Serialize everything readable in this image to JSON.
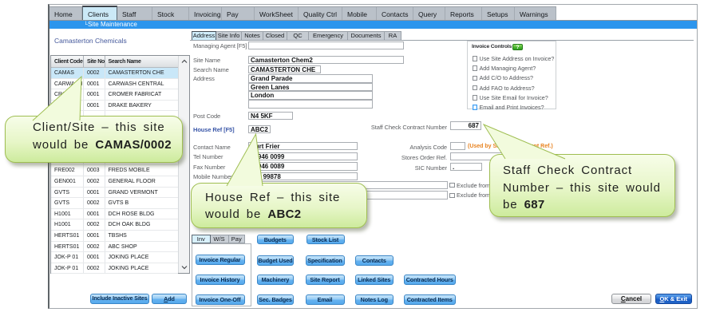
{
  "app": {
    "tabs": [
      {
        "label": "Home"
      },
      {
        "label": "Clients"
      },
      {
        "label": "Staff"
      },
      {
        "label": "Stock"
      },
      {
        "label": "Invoicing"
      },
      {
        "label": "Pay"
      },
      {
        "label": "WorkSheet"
      },
      {
        "label": "Quality Ctrl"
      },
      {
        "label": "Mobile"
      },
      {
        "label": "Contacts"
      },
      {
        "label": "Query"
      },
      {
        "label": "Reports"
      },
      {
        "label": "Setups"
      },
      {
        "label": "Warnings"
      }
    ],
    "active_tab": "Clients",
    "breadcrumb": {
      "icon_glyph": "└",
      "label": "Site Maintenance"
    },
    "accent_blue": "#2c95ed"
  },
  "left_panel": {
    "title": "Camasterton Chemicals",
    "table": {
      "columns": [
        {
          "label": "Client Code"
        },
        {
          "label": "Site No"
        },
        {
          "label": "Search Name"
        }
      ],
      "rows": [
        {
          "code": "CAMAS",
          "site": "0002",
          "name": "CAMASTERTON CHE",
          "selected": true
        },
        {
          "code": "CARWASH",
          "site": "0001",
          "name": "CARWASH CENTRAL"
        },
        {
          "code": "CROMER",
          "site": "0001",
          "name": "CROMER FABRICAT"
        },
        {
          "code": "",
          "site": "0001",
          "name": "DRAKE BAKERY"
        },
        {
          "code": "",
          "site": "",
          "name": ""
        },
        {
          "code": "",
          "site": "",
          "name": ""
        },
        {
          "code": "",
          "site": "",
          "name": ""
        },
        {
          "code": "",
          "site": "",
          "name": ""
        },
        {
          "code": "",
          "site": "",
          "name": ""
        },
        {
          "code": "FRE002",
          "site": "0003",
          "name": "FREDS MOBILE"
        },
        {
          "code": "GEN001",
          "site": "0002",
          "name": "GENERAL FLOOR"
        },
        {
          "code": "GVTS",
          "site": "0001",
          "name": "GRAND VERMONT"
        },
        {
          "code": "GVTS",
          "site": "0002",
          "name": "GVTS B"
        },
        {
          "code": "H1001",
          "site": "0001",
          "name": "DCH ROSE BLDG"
        },
        {
          "code": "H1001",
          "site": "0002",
          "name": "DCH OAK BLDG"
        },
        {
          "code": "HERTS01",
          "site": "0001",
          "name": "TBSHS"
        },
        {
          "code": "HERTS01",
          "site": "0002",
          "name": "ABC SHOP"
        },
        {
          "code": "JOK-P 01",
          "site": "0001",
          "name": "JOKING PLACE"
        },
        {
          "code": "JOK-P 01",
          "site": "0002",
          "name": "JOKING PLACE"
        }
      ]
    },
    "include_inactive_button": "Include Inactive Sites",
    "add_button": "Add"
  },
  "form": {
    "tabs": [
      {
        "label": "Address"
      },
      {
        "label": "Site Info"
      },
      {
        "label": "Notes"
      },
      {
        "label": "Closed"
      },
      {
        "label": "QC"
      },
      {
        "label": "Emergency"
      },
      {
        "label": "Documents"
      },
      {
        "label": "RA"
      }
    ],
    "active_tab": "Address",
    "fields": {
      "managing_agent": {
        "label": "Managing Agent [F5]",
        "value": ""
      },
      "site_name": {
        "label": "Site Name",
        "value": "Camasterton Chem2"
      },
      "search_name": {
        "label": "Search Name",
        "value": "CAMASTERTON CHE"
      },
      "address": {
        "label": "Address",
        "line1": "Grand Parade",
        "line2": "Green Lanes",
        "line3": "London",
        "line4": ""
      },
      "post_code": {
        "label": "Post Code",
        "value": "N4 5KF"
      },
      "house_ref": {
        "label": "House Ref [F5]",
        "value": "ABC2"
      },
      "contact_name": {
        "label": "Contact Name",
        "value": "Burt Frier"
      },
      "tel_number": {
        "label": "Tel Number",
        "value": "07946 0099"
      },
      "fax_number": {
        "label": "Fax Number",
        "value": "07946 0089"
      },
      "mobile_number": {
        "label": "Mobile Number",
        "value": "078 99878"
      },
      "email1": {
        "value": ""
      },
      "email2": {
        "value": ""
      },
      "staff_check": {
        "label": "Staff Check Contract Number",
        "value": "687"
      },
      "analysis_code": {
        "label": "Analysis Code",
        "value": "",
        "note": "(Used by Sage for Account Ref.)"
      },
      "stores_order": {
        "label": "Stores Order Ref.",
        "value": ""
      },
      "sic_number": {
        "label": "SIC Number",
        "value": "."
      },
      "exclude1": {
        "label": "Exclude from",
        "checked": false
      },
      "exclude2": {
        "label": "Exclude from",
        "checked": false
      }
    },
    "invoice_controls": {
      "title": "Invoice Controls",
      "help_glyph": "?",
      "checkboxes": [
        {
          "label": "Use Site Address on Invoice?",
          "checked": false
        },
        {
          "label": "Add Managing Agent?",
          "checked": false
        },
        {
          "label": "Add C/O to Address?",
          "checked": false
        },
        {
          "label": "Add FAO to Address?",
          "checked": false
        },
        {
          "label": "Use Site Email for Invoice?",
          "checked": false
        },
        {
          "label": "Email and Print Invoices?",
          "checked": false,
          "focused": true
        }
      ]
    },
    "mini_tabs": [
      {
        "label": "Inv"
      },
      {
        "label": "W/S"
      },
      {
        "label": "Pay"
      }
    ],
    "active_mini_tab": "Inv",
    "buttons": {
      "invoice_regular": "Invoice Regular",
      "invoice_history": "Invoice History",
      "invoice_one_off": "Invoice One-Off",
      "budgets": "Budgets",
      "stock_list": "Stock List",
      "budget_used": "Budget Used",
      "specification": "Specification",
      "contacts": "Contacts",
      "machinery": "Machinery",
      "site_report": "Site Report",
      "linked_sites": "Linked Sites",
      "contracted_hours": "Contracted Hours",
      "sec_badges": "Sec. Badges",
      "email": "Email",
      "notes_log": "Notes Log",
      "contracted_items": "Contracted Items"
    }
  },
  "footer": {
    "cancel_button": "Cancel",
    "ok_exit_button": "OK & Exit"
  },
  "callouts": [
    {
      "line1": "Client/Site – this site",
      "line2_normal": "would be ",
      "line2_bold": "CAMAS/0002"
    },
    {
      "line1": "House Ref – this site",
      "line2_normal": "would be ",
      "line2_bold": "ABC2"
    },
    {
      "line1": "Staff Check Contract",
      "line2": "Number – this site would",
      "line3_normal": "be ",
      "line3_bold": "687"
    }
  ]
}
